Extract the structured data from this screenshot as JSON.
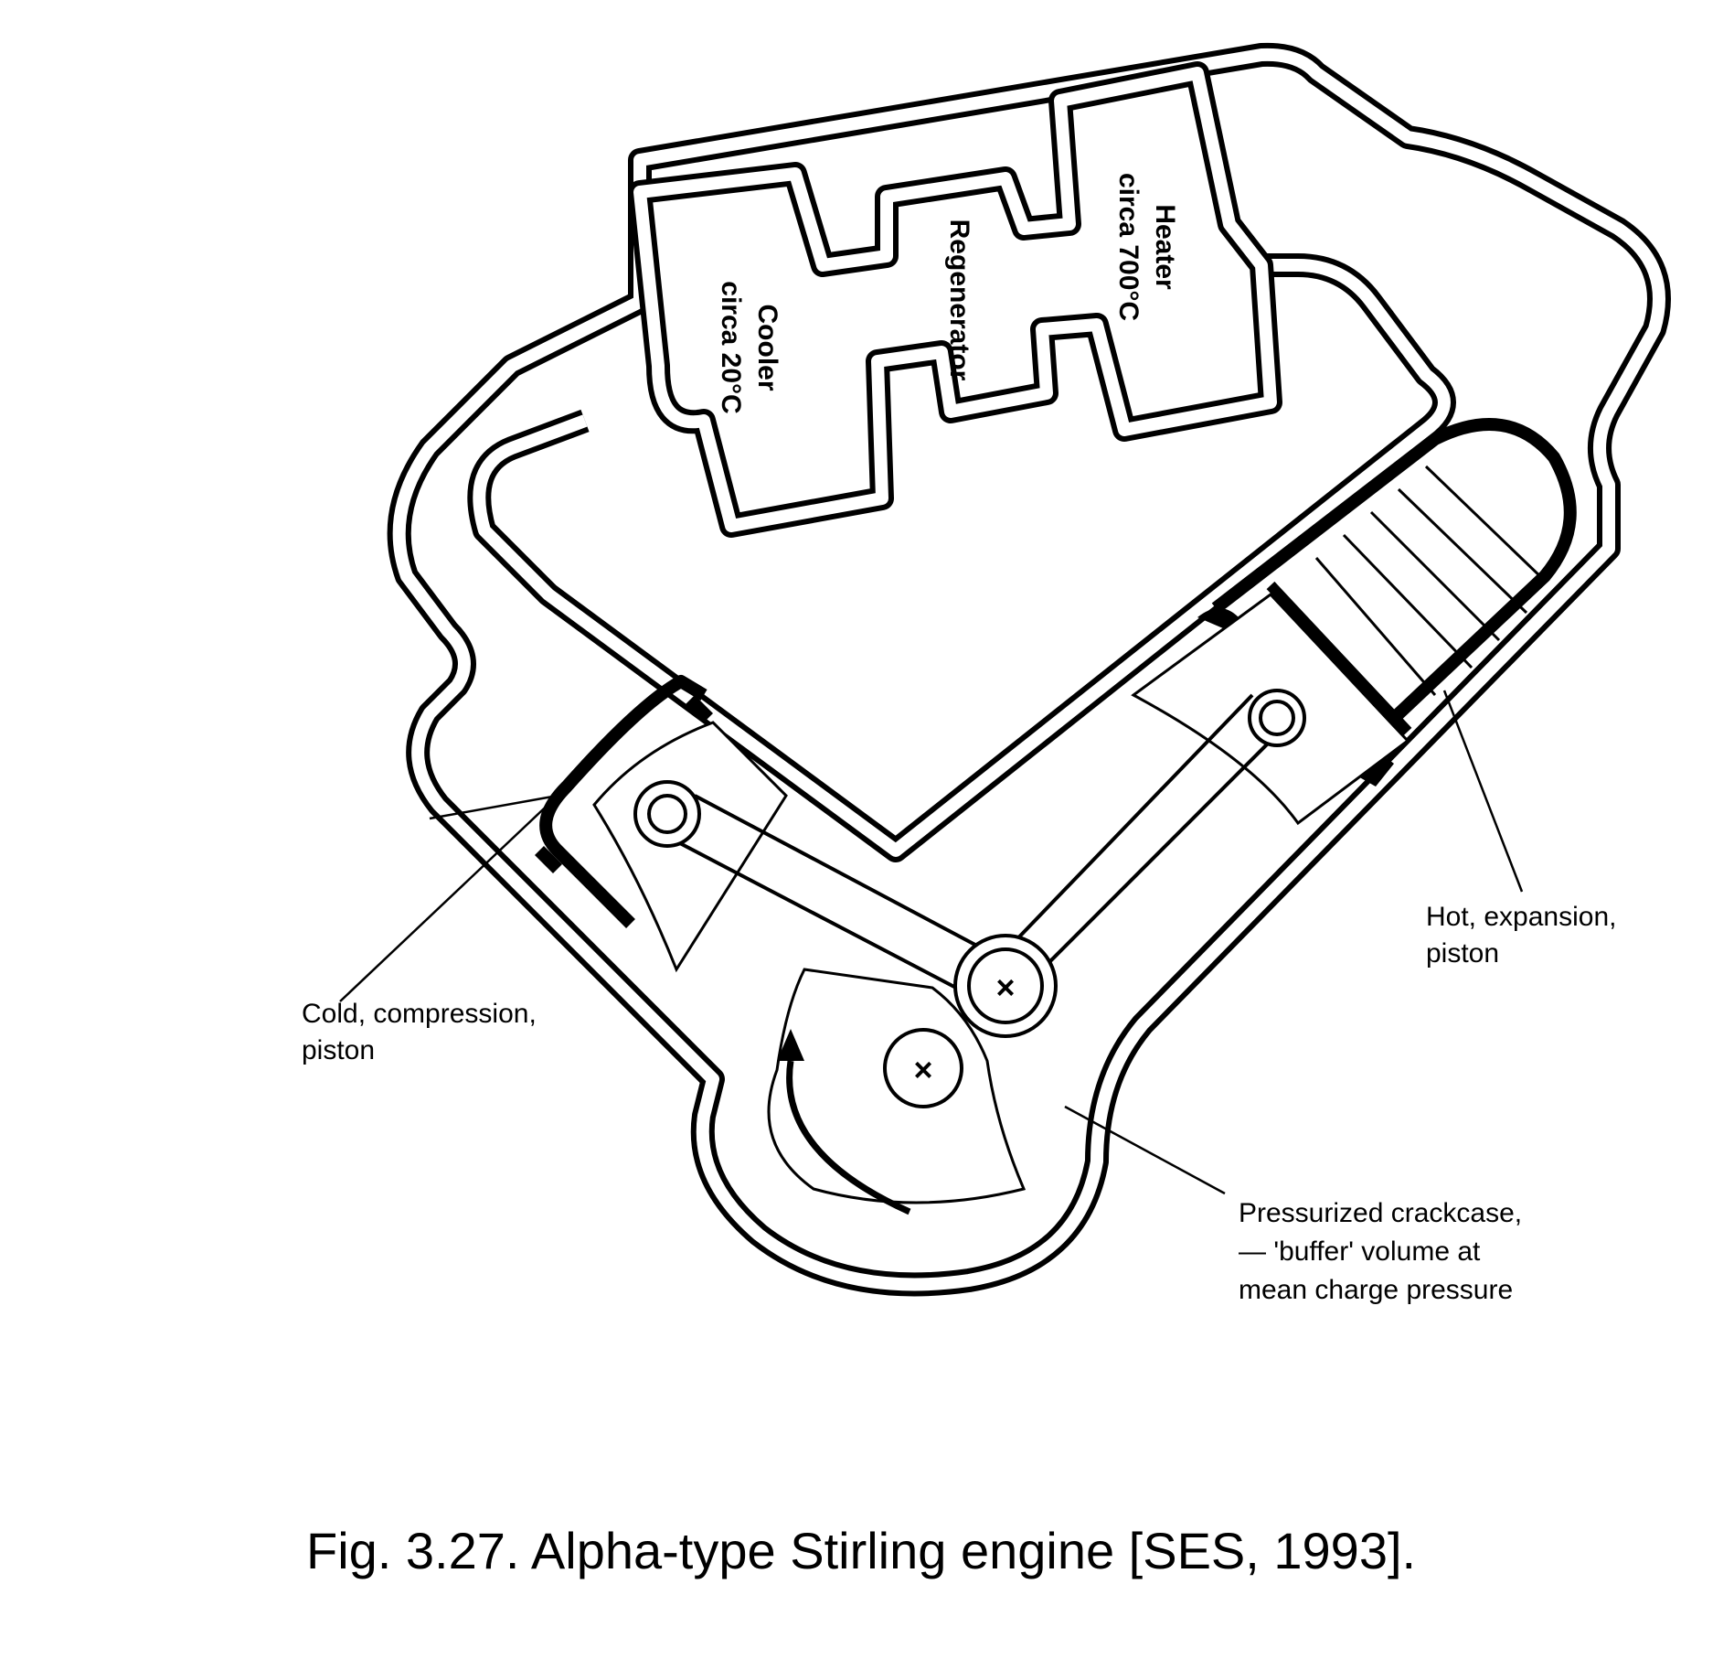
{
  "figure": {
    "caption": "Fig. 3.27.  Alpha-type Stirling engine [SES, 1993]."
  },
  "labels": {
    "cooler": {
      "line1": "Cooler",
      "line2": "circa 20°C"
    },
    "regenerator": {
      "line1": "Regenerator"
    },
    "heater": {
      "line1": "Heater",
      "line2": "circa 700°C"
    },
    "hot_piston": {
      "line1": "Hot, expansion,",
      "line2": "piston"
    },
    "cold_piston": {
      "line1": "Cold, compression,",
      "line2": "piston"
    },
    "crankcase": {
      "line1": "Pressurized crackcase,",
      "line2": "— 'buffer' volume at",
      "line3": "mean charge pressure"
    }
  },
  "symbols": {
    "crank_centre": "×",
    "crank_pin": "×"
  },
  "colors": {
    "ink": "#000000",
    "paper": "#ffffff"
  }
}
